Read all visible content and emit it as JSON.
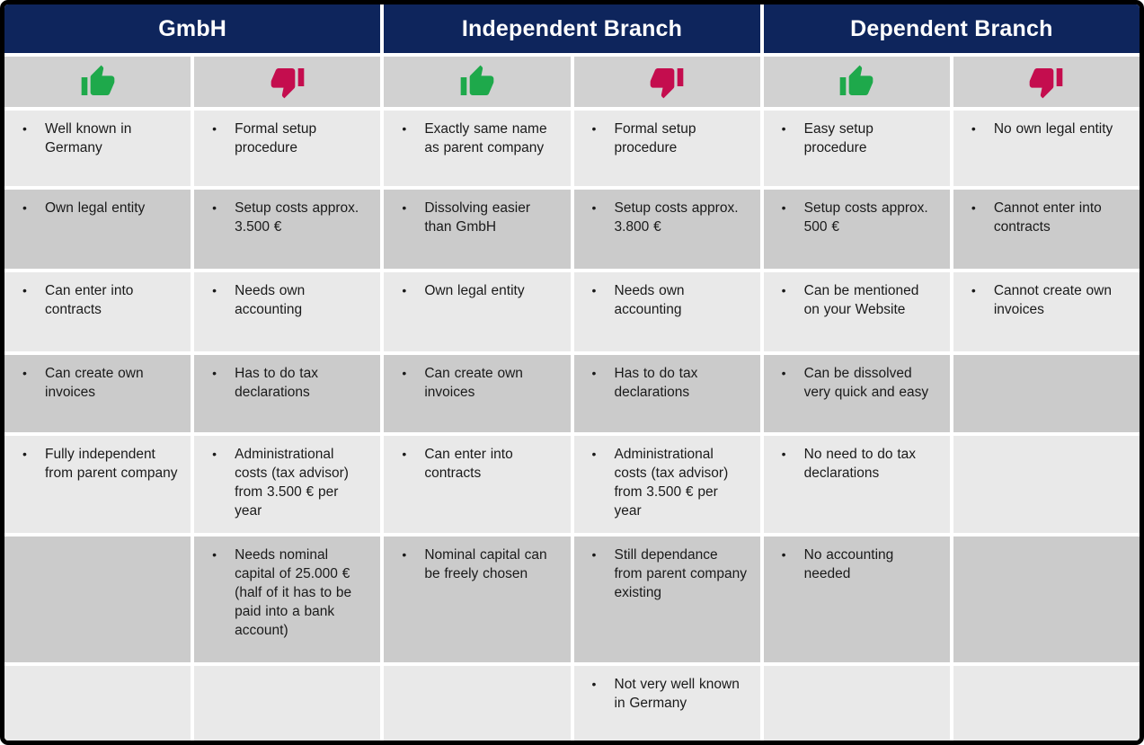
{
  "table": {
    "bullet_char": "•",
    "groups": [
      {
        "title": "GmbH"
      },
      {
        "title": "Independent Branch"
      },
      {
        "title": "Dependent Branch"
      }
    ],
    "icon_row": {
      "pros_icon": "thumb-up",
      "cons_icon": "thumb-down"
    },
    "columns": [
      {
        "group": "GmbH",
        "type": "pros",
        "items": [
          "Well known in Germany",
          "Own legal entity",
          "Can enter into contracts",
          "Can create own invoices",
          "Fully independent from parent company",
          "",
          ""
        ]
      },
      {
        "group": "GmbH",
        "type": "cons",
        "items": [
          "Formal setup procedure",
          "Setup costs approx. 3.500 €",
          "Needs own accounting",
          "Has to do tax declarations",
          "Administrational costs (tax advisor) from 3.500 € per year",
          "Needs nominal capital of 25.000 € (half of it has to be paid into a bank account)",
          ""
        ]
      },
      {
        "group": "Independent Branch",
        "type": "pros",
        "items": [
          "Exactly same name as parent company",
          "Dissolving easier than GmbH",
          "Own legal entity",
          "Can create own invoices",
          "Can enter into contracts",
          "Nominal capital can be freely chosen",
          ""
        ]
      },
      {
        "group": "Independent Branch",
        "type": "cons",
        "items": [
          "Formal setup procedure",
          "Setup costs approx. 3.800 €",
          "Needs own accounting",
          "Has to do tax declarations",
          "Administrational costs (tax advisor) from 3.500 € per year",
          "Still dependance from parent company existing",
          "Not very well known in Germany"
        ]
      },
      {
        "group": "Dependent Branch",
        "type": "pros",
        "items": [
          "Easy setup procedure",
          "Setup costs approx. 500 €",
          "Can be mentioned on your Website",
          "Can be dissolved very quick and easy",
          "No need to do tax declarations",
          "No accounting needed",
          ""
        ]
      },
      {
        "group": "Dependent Branch",
        "type": "cons",
        "items": [
          "No own legal entity",
          "Cannot enter into contracts",
          "Cannot create own invoices",
          "",
          "",
          "",
          ""
        ]
      }
    ]
  },
  "colors": {
    "header_bg": "#0e255c",
    "header_text": "#ffffff",
    "row_light": "#e9e9e9",
    "row_dark": "#cbcbcb",
    "icon_row_bg": "#d1d1d1",
    "thumb_up": "#1ea94b",
    "thumb_down": "#c40d4e",
    "border_color": "#000000",
    "gap_color": "#ffffff",
    "text_color": "#1a1a1a"
  }
}
